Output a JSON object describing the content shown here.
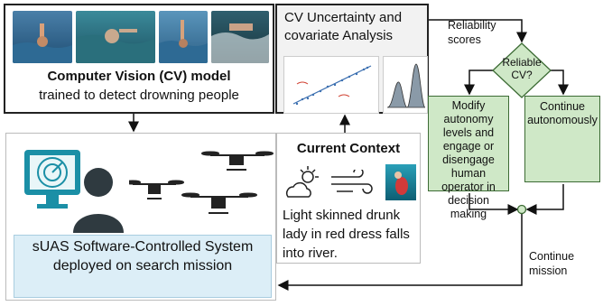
{
  "cv_model": {
    "title": "Computer Vision (CV) model",
    "subtitle": "trained to detect drowning people"
  },
  "uncertainty": {
    "title": "CV Uncertainty and covariate Analysis"
  },
  "context": {
    "title": "Current Context",
    "description": "Light skinned drunk lady in red dress falls into river."
  },
  "system": {
    "label": "sUAS Software-Controlled System deployed on search mission"
  },
  "flow": {
    "reliability_scores": "Reliability scores",
    "decision": "Reliable CV?",
    "modify_action": "Modify autonomy levels and engage or disengage human operator in decision making",
    "continue_action": "Continue autonomously",
    "continue_mission": "Continue mission"
  },
  "colors": {
    "flow_box": "#cfe8c7",
    "system_label_bg": "#dceef7",
    "radar_icon": "#1b8fa6"
  }
}
